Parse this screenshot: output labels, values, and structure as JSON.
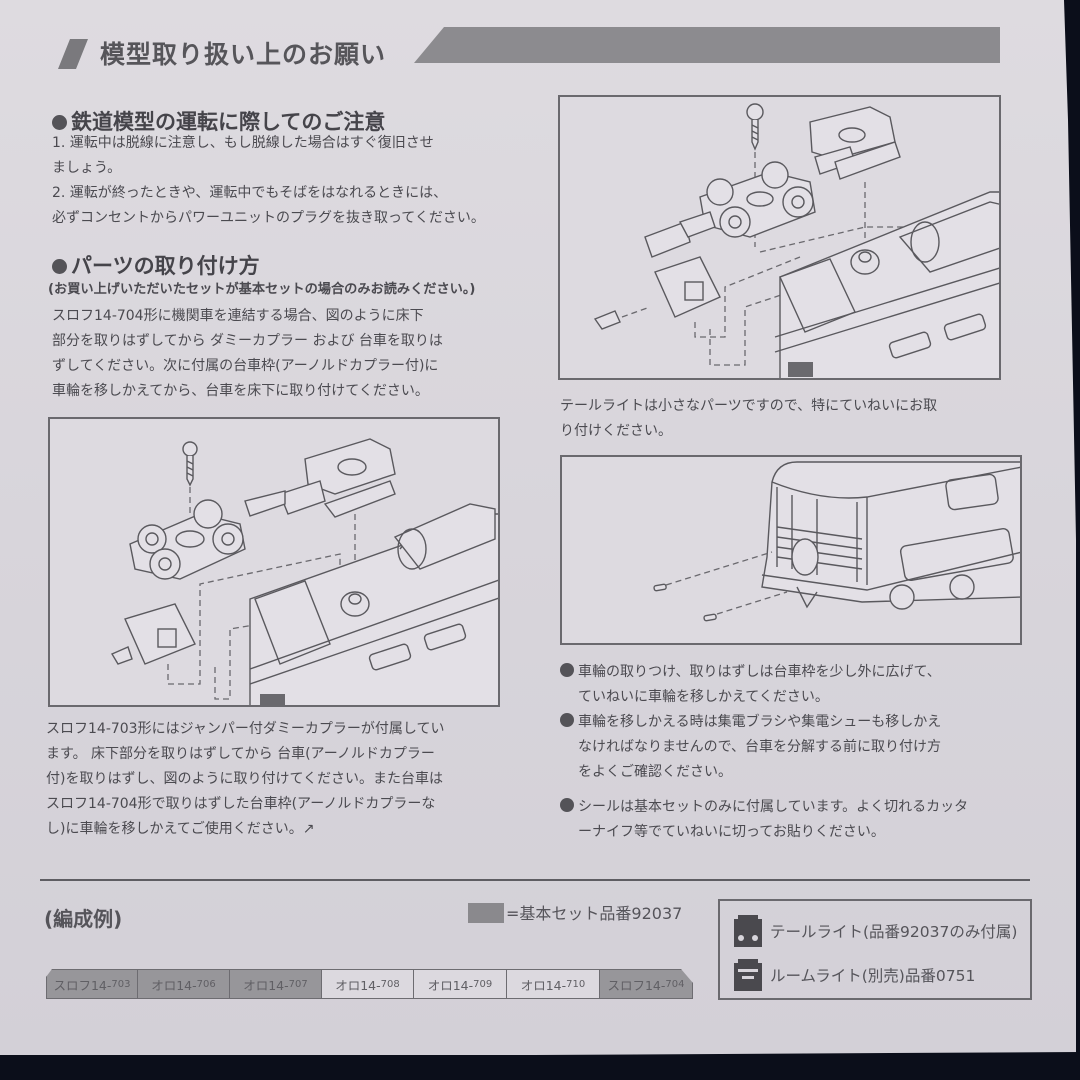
{
  "header": {
    "title": "模型取り扱い上のお願い"
  },
  "sections": {
    "operation": {
      "heading": "鉄道模型の運転に際してのご注意",
      "lines": [
        "1. 運転中は脱線に注意し、もし脱線した場合はすぐ復旧させ",
        "ましょう。",
        "2. 運転が終ったときや、運転中でもそばをはなれるときには、",
        "必ずコンセントからパワーユニットのプラグを抜き取ってください。"
      ]
    },
    "parts": {
      "heading": "パーツの取り付け方",
      "note": "(お買い上げいただいたセットが基本セットの場合のみお読みください。)",
      "lines": [
        "スロフ14-704形に機関車を連結する場合、図のように床下",
        "部分を取りはずしてから ダミーカプラー および 台車を取りは",
        "ずしてください。次に付属の台車枠(アーノルドカプラー付)に",
        "車輪を移しかえてから、台車を床下に取り付けてください。"
      ]
    },
    "slof703": {
      "lines": [
        "スロフ14-703形にはジャンパー付ダミーカプラーが付属してい",
        "ます。 床下部分を取りはずしてから 台車(アーノルドカプラー",
        "付)を取りはずし、図のように取り付けてください。また台車は",
        "スロフ14-704形で取りはずした台車枠(アーノルドカプラーな",
        "し)に車輪を移しかえてご使用ください。↗"
      ]
    },
    "taillight": {
      "lines": [
        "テールライトは小さなパーツですので、特にていねいにお取",
        "り付けください。"
      ]
    },
    "notes": [
      {
        "line1": "車輪の取りつけ、取りはずしは台車枠を少し外に広げて、",
        "line2": "ていねいに車輪を移しかえてください。",
        "line3": ""
      },
      {
        "line1": "車輪を移しかえる時は集電ブラシや集電シューも移しかえ",
        "line2": "なければなりませんので、台車を分解する前に取り付け方",
        "line3": "をよくご確認ください。"
      },
      {
        "line1": "シールは基本セットのみに付属しています。よく切れるカッタ",
        "line2": "ーナイフ等でていねいに切ってお貼りください。",
        "line3": ""
      }
    ]
  },
  "figures": {
    "fig1": {
      "name": "bogie-assembly-diagram-slof14-704",
      "description": "Exploded view: screw, bogie with wheels, Arnold coupler bogie frame, dummy coupler, car underfloor"
    },
    "fig2": {
      "name": "bogie-assembly-diagram-slof14-703",
      "description": "Exploded view: screw, bogie, frame, jumper dummy coupler, car underfloor"
    },
    "fig3": {
      "name": "tail-light-installation-diagram",
      "description": "Car end with two tail light pins and dashed guide lines"
    }
  },
  "formation": {
    "title": "(編成例)",
    "legend_label": "=基本セット品番92037",
    "colors": {
      "basic": "#97969a",
      "extra": "#dcd9df"
    },
    "cars": [
      {
        "prefix": "スロフ14-",
        "num": "703",
        "type": "basic"
      },
      {
        "prefix": "オロ14-",
        "num": "706",
        "type": "basic"
      },
      {
        "prefix": "オロ14-",
        "num": "707",
        "type": "basic"
      },
      {
        "prefix": "オロ14-",
        "num": "708",
        "type": "extra"
      },
      {
        "prefix": "オロ14-",
        "num": "709",
        "type": "extra"
      },
      {
        "prefix": "オロ14-",
        "num": "710",
        "type": "extra"
      },
      {
        "prefix": "スロフ14-",
        "num": "704",
        "type": "basic"
      }
    ]
  },
  "icon_legend": {
    "items": [
      {
        "icon": "tail-light-icon",
        "label": "テールライト(品番92037のみ付属)"
      },
      {
        "icon": "room-light-icon",
        "label": "ルームライト(別売)品番0751"
      }
    ]
  }
}
